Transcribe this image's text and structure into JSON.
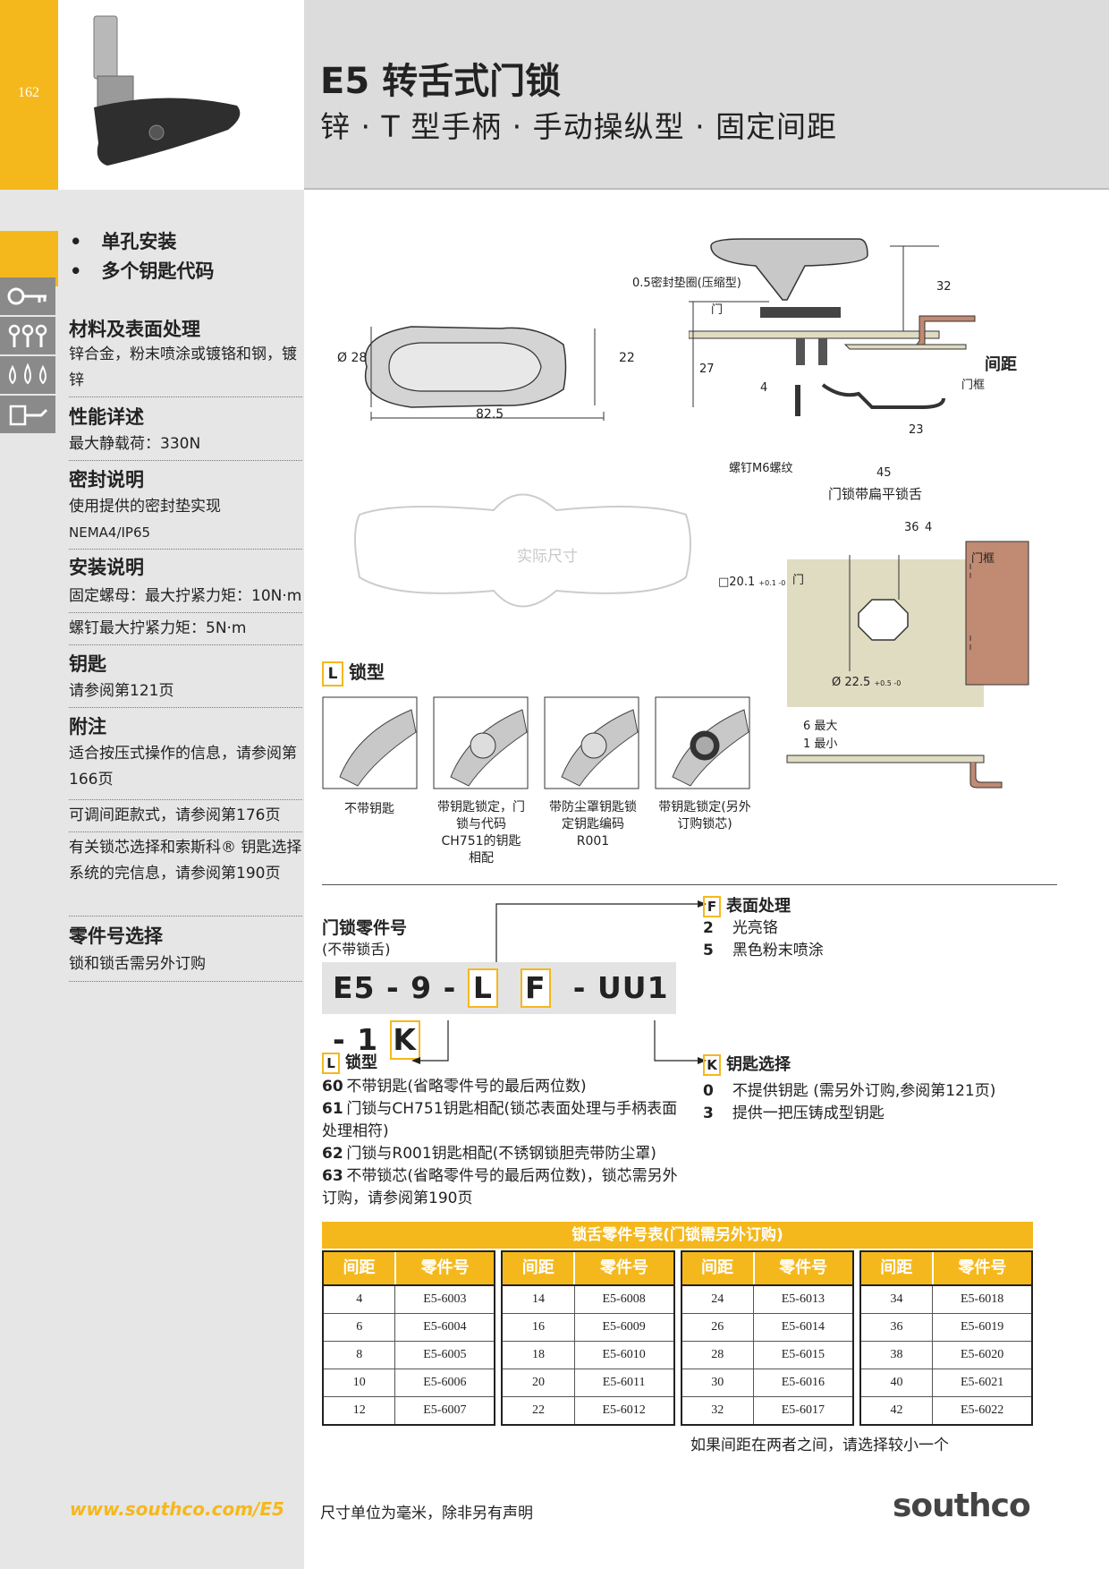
{
  "page_number": "162",
  "header": {
    "title": "E5 转舌式门锁",
    "subtitle": "锌 · T 型手柄 · 手动操纵型 · 固定间距"
  },
  "features": [
    "单孔安装",
    "多个钥匙代码"
  ],
  "sidebar": {
    "material_heading": "材料及表面处理",
    "material_text": "锌合金，粉末喷涂或镀铬和钢，镀锌",
    "performance_heading": "性能详述",
    "performance_text": "最大静载荷：330N",
    "seal_heading": "密封说明",
    "seal_text_1": "使用提供的密封垫实现",
    "seal_text_2": "NEMA4/IP65",
    "install_heading": "安装说明",
    "install_text_1": "固定螺母：最大拧紧力矩：10N·m",
    "install_text_2": "螺钉最大拧紧力矩：5N·m",
    "key_heading": "钥匙",
    "key_text": "请参阅第121页",
    "notes_heading": "附注",
    "notes_text_1": "适合按压式操作的信息，请参阅第166页",
    "notes_text_2": "可调间距款式，请参阅第176页",
    "notes_text_3": "有关锁芯选择和索斯科® 钥匙选择系统的完信息，请参阅第190页",
    "partsel_heading": "零件号选择",
    "partsel_text": "锁和锁舌需另外订购"
  },
  "drawing": {
    "dim_diameter": "Ø 28",
    "dim_height": "22",
    "dim_length": "82.5",
    "gasket_label": "0.5密封垫圈(压缩型)",
    "door_label": "门",
    "dim_32": "32",
    "dim_27": "27",
    "dim_4": "4",
    "gap_label": "间距",
    "frame_label": "门框",
    "dim_23": "23",
    "screw_label": "螺钉M6螺纹",
    "dim_45": "45",
    "flat_tongue_label": "门锁带扁平锁舌",
    "watermark": "实际尺寸",
    "cutout_dim_36": "36",
    "cutout_dim_4": "4",
    "cutout_frame": "门框",
    "cutout_door": "门",
    "cutout_square": "□20.1",
    "cutout_square_tol": "+0.1 -0",
    "cutout_round": "Ø 22.5",
    "cutout_round_tol": "+0.5 -0",
    "max_label": "6 最大",
    "min_label": "1 最小"
  },
  "lock_types": {
    "tag": "L",
    "heading": "锁型",
    "items": [
      "不带钥匙",
      "带钥匙锁定，门锁与代码CH751的钥匙相配",
      "带防尘罩钥匙锁定钥匙编码R001",
      "带钥匙锁定(另外订购锁芯)"
    ]
  },
  "part_number": {
    "heading": "门锁零件号",
    "subheading": "(不带锁舌)",
    "code_prefix": "E5 - 9 -",
    "code_L": "L",
    "code_F": "F",
    "code_mid": "- UU1 - 1",
    "code_K": "K"
  },
  "finish": {
    "tag": "F",
    "heading": "表面处理",
    "options": [
      {
        "code": "2",
        "text": "光亮铬"
      },
      {
        "code": "5",
        "text": "黑色粉末喷涂"
      }
    ]
  },
  "lock_type_options": {
    "tag": "L",
    "heading": "锁型",
    "options": [
      {
        "code": "60",
        "text": "不带钥匙(省略零件号的最后两位数)"
      },
      {
        "code": "61",
        "text": "门锁与CH751钥匙相配(锁芯表面处理与手柄表面处理相符)"
      },
      {
        "code": "62",
        "text": "门锁与R001钥匙相配(不锈钢锁胆壳带防尘罩)"
      },
      {
        "code": "63",
        "text": "不带锁芯(省略零件号的最后两位数)，锁芯需另外订购，请参阅第190页"
      }
    ]
  },
  "key_options": {
    "tag": "K",
    "heading": "钥匙选择",
    "options": [
      {
        "code": "0",
        "text": "不提供钥匙 (需另外订购,参阅第121页)"
      },
      {
        "code": "3",
        "text": "提供一把压铸成型钥匙"
      }
    ]
  },
  "table": {
    "title": "锁舌零件号表(门锁需另外订购)",
    "col_gap": "间距",
    "col_part": "零件号",
    "groups": [
      [
        [
          "4",
          "E5-6003"
        ],
        [
          "6",
          "E5-6004"
        ],
        [
          "8",
          "E5-6005"
        ],
        [
          "10",
          "E5-6006"
        ],
        [
          "12",
          "E5-6007"
        ]
      ],
      [
        [
          "14",
          "E5-6008"
        ],
        [
          "16",
          "E5-6009"
        ],
        [
          "18",
          "E5-6010"
        ],
        [
          "20",
          "E5-6011"
        ],
        [
          "22",
          "E5-6012"
        ]
      ],
      [
        [
          "24",
          "E5-6013"
        ],
        [
          "26",
          "E5-6014"
        ],
        [
          "28",
          "E5-6015"
        ],
        [
          "30",
          "E5-6016"
        ],
        [
          "32",
          "E5-6017"
        ]
      ],
      [
        [
          "34",
          "E5-6018"
        ],
        [
          "36",
          "E5-6019"
        ],
        [
          "38",
          "E5-6020"
        ],
        [
          "40",
          "E5-6021"
        ],
        [
          "42",
          "E5-6022"
        ]
      ]
    ],
    "note": "如果间距在两者之间，请选择较小一个"
  },
  "footer": {
    "url": "www.southco.com/E5",
    "note": "尺寸单位为毫米，除非另有声明",
    "logo": "southco"
  },
  "colors": {
    "accent": "#f5b81c",
    "sidebar": "#e6e6e6",
    "header": "#dcdcdc"
  }
}
